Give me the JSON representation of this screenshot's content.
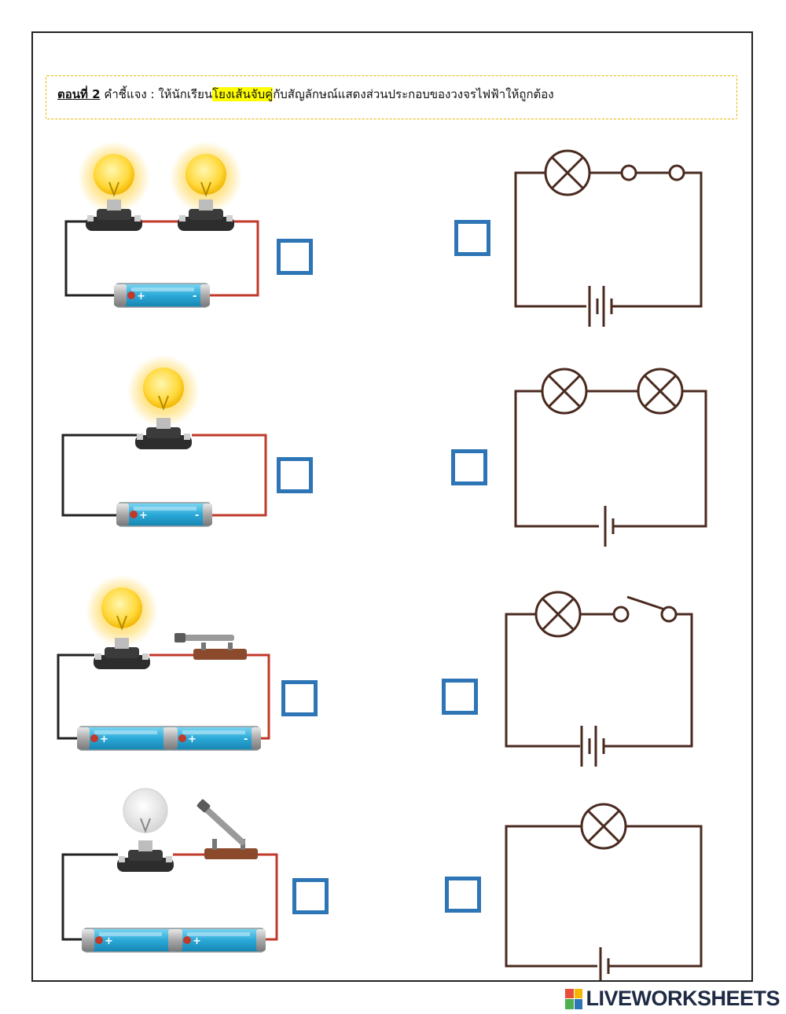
{
  "instruction": {
    "part_label": "ตอนที่ 2",
    "text_before": " คำชี้แจง : ให้นักเรียน",
    "highlight": "โยงเส้นจับคู่",
    "text_after": "กับสัญลักษณ์แสดงส่วนประกอบของวงจรไฟฟ้าให้ถูกต้อง"
  },
  "battery_plus": "+",
  "battery_minus": "-",
  "left_circuits": [
    {
      "bulbs": 2,
      "bulbs_lit": true,
      "batteries": 1,
      "switch": "none"
    },
    {
      "bulbs": 1,
      "bulbs_lit": true,
      "batteries": 1,
      "switch": "none"
    },
    {
      "bulbs": 1,
      "bulbs_lit": true,
      "batteries": 2,
      "switch": "closed"
    },
    {
      "bulbs": 1,
      "bulbs_lit": false,
      "batteries": 2,
      "switch": "open"
    }
  ],
  "right_symbols": [
    {
      "lamps": 1,
      "cells": 2,
      "switch": "terminals"
    },
    {
      "lamps": 2,
      "cells": 1,
      "switch": "none"
    },
    {
      "lamps": 1,
      "cells": 2,
      "switch": "open"
    },
    {
      "lamps": 1,
      "cells": 1,
      "switch": "none"
    }
  ],
  "footer": {
    "brand": "LIVEWORKSHEETS"
  },
  "colors": {
    "frame": "#222222",
    "checkbox": "#2e75b6",
    "wire_red": "#c0392b",
    "wire_black": "#222222",
    "symbol_wire": "#4a2a1f",
    "battery": "#2ba9d8",
    "highlight": "#ffff00"
  }
}
